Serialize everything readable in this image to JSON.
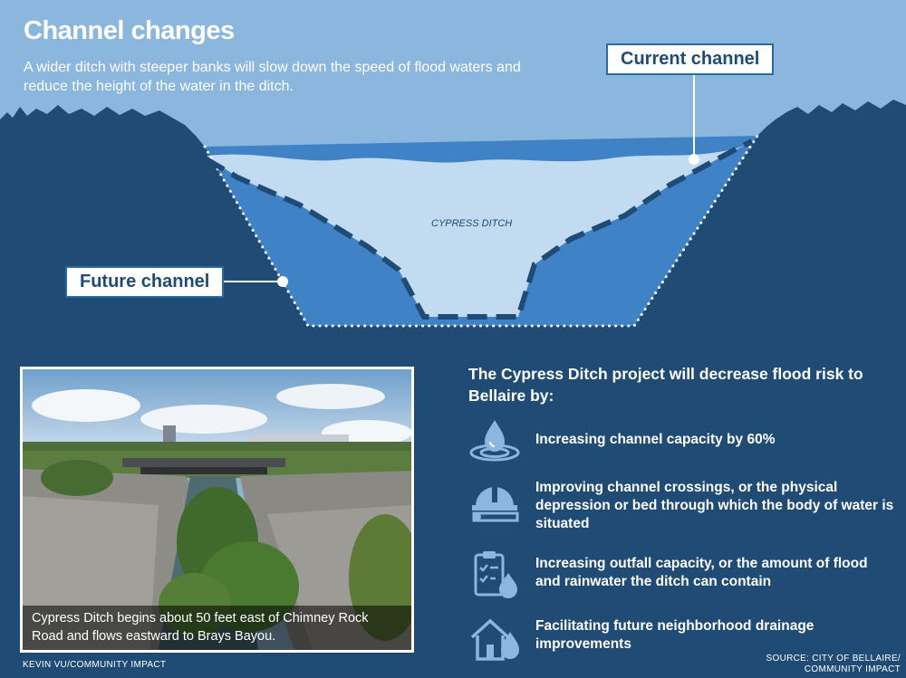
{
  "header": {
    "title": "Channel changes",
    "subtitle": "A wider ditch with steeper banks will slow down the speed of flood waters and reduce the height of the water in the ditch."
  },
  "diagram": {
    "current_label": "Current channel",
    "future_label": "Future channel",
    "ditch_name": "CYPRESS DITCH",
    "colors": {
      "sky": "#8bb6dd",
      "ground": "#1f4b74",
      "future_fill": "#3f82c6",
      "water": "#c3dbf0",
      "current_outline": "#1f4b74"
    }
  },
  "photo": {
    "caption": "Cypress Ditch begins about 50 feet east of Chimney Rock Road and flows eastward to Brays Bayou.",
    "credit": "KEVIN VU/COMMUNITY IMPACT"
  },
  "benefits": {
    "title": "The Cypress Ditch project will decrease flood risk to Bellaire by:",
    "items": [
      {
        "icon": "water-drop-icon",
        "text": "Increasing channel capacity by 60%"
      },
      {
        "icon": "hard-hat-blueprint-icon",
        "text": "Improving channel crossings, or the physical depression or bed through which the body of water is situated"
      },
      {
        "icon": "clipboard-drop-icon",
        "text": "Increasing outfall capacity, or the amount of flood and rainwater the ditch can contain"
      },
      {
        "icon": "house-drop-icon",
        "text": "Facilitating future neighborhood drainage improvements"
      }
    ]
  },
  "source": {
    "line1": "SOURCE: CITY OF BELLAIRE/",
    "line2": "COMMUNITY IMPACT"
  }
}
